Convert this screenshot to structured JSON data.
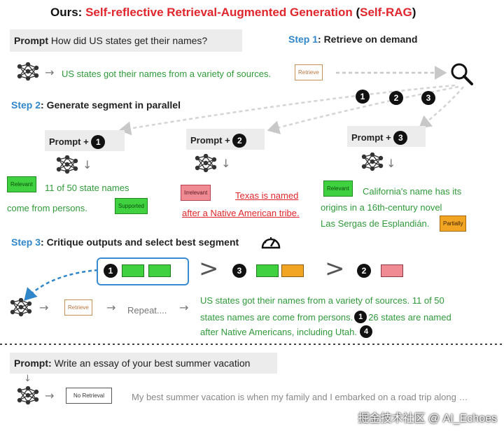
{
  "title": {
    "prefix": "Ours: ",
    "name": "Self-reflective Retrieval-Augmented Generation",
    "open_paren": " (",
    "abbr": "Self-RAG",
    "close_paren": ")"
  },
  "prompt1": {
    "label": "Prompt",
    "text": "How did US states get their names?"
  },
  "step1": {
    "num": "Step 1",
    "text": ": Retrieve on demand"
  },
  "output1": "US states got their names from a variety of sources.",
  "tags": {
    "retrieve": "Retrieve",
    "relevant": "Relevant",
    "irrelevant": "Irrelevant",
    "supported": "Supported",
    "partially": "Partially",
    "no_retrieval": "No Retrieval"
  },
  "step2": {
    "num": "Step 2",
    "text": ": Generate segment in parallel"
  },
  "branches": [
    {
      "prompt": "Prompt +",
      "num": "1",
      "line1": "11 of 50 state names",
      "line2": "come from persons."
    },
    {
      "prompt": "Prompt +",
      "num": "2",
      "line1": "Texas is named",
      "line2": "after a Native American tribe."
    },
    {
      "prompt": "Prompt +",
      "num": "3",
      "line1": "California's name has its",
      "line2": "origins in a 16th-century novel",
      "line3": "Las Sergas de Esplandián."
    }
  ],
  "retrieval_nums": [
    "1",
    "2",
    "3"
  ],
  "step3": {
    "num": "Step 3",
    "text": ": Critique outputs and select best segment"
  },
  "ranking": {
    "first": "1",
    "second": "3",
    "third": "2",
    "gt": ">"
  },
  "repeat": "Repeat....",
  "final": {
    "line1": "US states got their names from a variety of sources. 11 of 50",
    "line2a": "states names are come from persons.",
    "cite1": "1",
    "line2b": "26 states are named",
    "line3": "after Native Americans, including Utah.",
    "cite4": "4"
  },
  "prompt2": {
    "label": "Prompt:",
    "text": "Write an essay of your best summer vacation"
  },
  "output2": "My best summer vacation is when my family and I embarked on a road trip along …",
  "watermark": "掘金技术社区 @ AI_Echoes",
  "colors": {
    "accent_blue": "#2f86c9",
    "title_red": "#e0262c",
    "green_text": "#2f9a3a",
    "relevant_green": "#3fd13f",
    "irrelevant_red": "#f08a93",
    "partial_orange": "#f2a423"
  }
}
